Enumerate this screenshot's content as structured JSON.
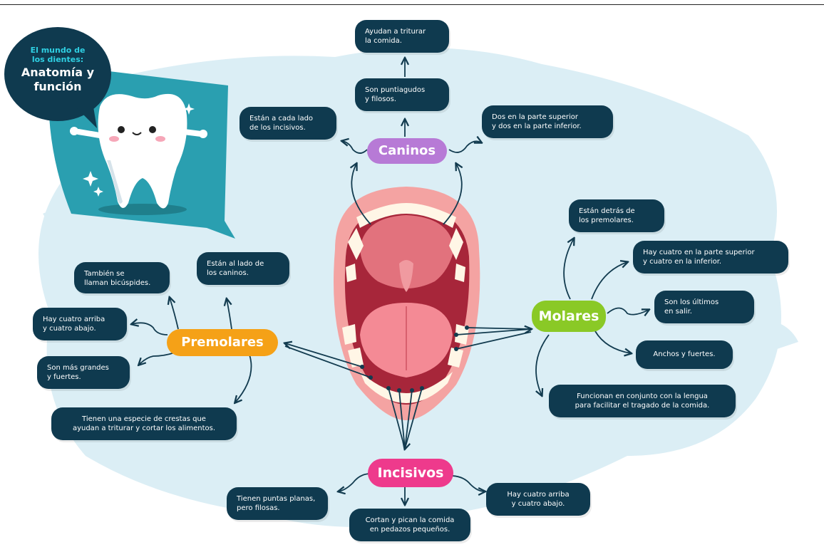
{
  "colors": {
    "note_bg": "#0f3a4f",
    "caninos": "#b77ad6",
    "premolares": "#f5a117",
    "molares": "#8ac926",
    "incisivos": "#ee3a8c",
    "splash": "#dbeef5",
    "panel": "#2a9fb0",
    "line": "#123b4f"
  },
  "header": {
    "line1": "El mundo de",
    "line2": "los dientes:",
    "line3": "Anatomía y",
    "line4": "función"
  },
  "categories": {
    "caninos": "Caninos",
    "premolares": "Premolares",
    "molares": "Molares",
    "incisivos": "Incisivos"
  },
  "notes": {
    "caninos_triturar": "Ayudan a triturar\nla comida.",
    "caninos_puntiagudos": "Son puntiagudos\ny filosos.",
    "caninos_lado": "Están a cada lado\nde los incisivos.",
    "caninos_dos": "Dos en la parte superior\ny dos en la parte inferior.",
    "premolares_bicuspides": "También se\nllaman bicúspides.",
    "premolares_lado": "Están al lado de\nlos caninos.",
    "premolares_cuatro": "Hay cuatro arriba\ny cuatro abajo.",
    "premolares_grandes": "Son más grandes\ny fuertes.",
    "premolares_crestas": "Tienen una especie de crestas que\nayudan a triturar y cortar los alimentos.",
    "molares_detras": "Están detrás de\nlos premolares.",
    "molares_cuatro": "Hay cuatro en la parte superior\ny cuatro en la inferior.",
    "molares_ultimos": "Son los últimos\nen salir.",
    "molares_anchos": "Anchos y fuertes.",
    "molares_funcionan": "Funcionan en conjunto con la lengua\npara facilitar el tragado de la comida.",
    "incisivos_puntas": "Tienen puntas planas,\npero filosas.",
    "incisivos_cortan": "Cortan y pican la comida\nen pedazos pequeños.",
    "incisivos_cuatro": "Hay cuatro arriba\ny cuatro abajo."
  }
}
